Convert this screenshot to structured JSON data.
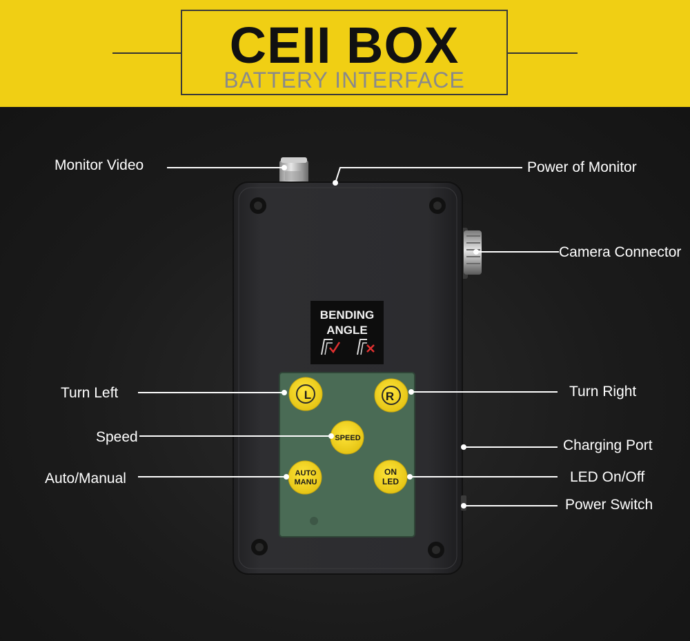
{
  "header": {
    "title": "CEII BOX",
    "subtitle": "BATTERY INTERFACE"
  },
  "sticker": {
    "line1": "BENDING",
    "line2": "ANGLE"
  },
  "keypad": {
    "turn_left_key": "L",
    "turn_right_key": "R",
    "speed_key": "SPEED",
    "auto_key_line1": "AUTO",
    "auto_key_line2": "MANU",
    "led_key_line1": "ON",
    "led_key_line2": "LED"
  },
  "callouts": {
    "monitor_video": "Monitor Video",
    "power_of_monitor": "Power of Monitor",
    "camera_connector": "Camera Connector",
    "turn_left": "Turn Left",
    "turn_right": "Turn Right",
    "speed": "Speed",
    "charging_port": "Charging Port",
    "auto_manual": "Auto/Manual",
    "led_on_off": "LED On/Off",
    "power_switch": "Power Switch"
  },
  "colors": {
    "banner": "#f0cf14",
    "device_body": "#2b2b2d",
    "keypad_panel": "#4a6b55",
    "key_yellow": "#f2d21b"
  }
}
